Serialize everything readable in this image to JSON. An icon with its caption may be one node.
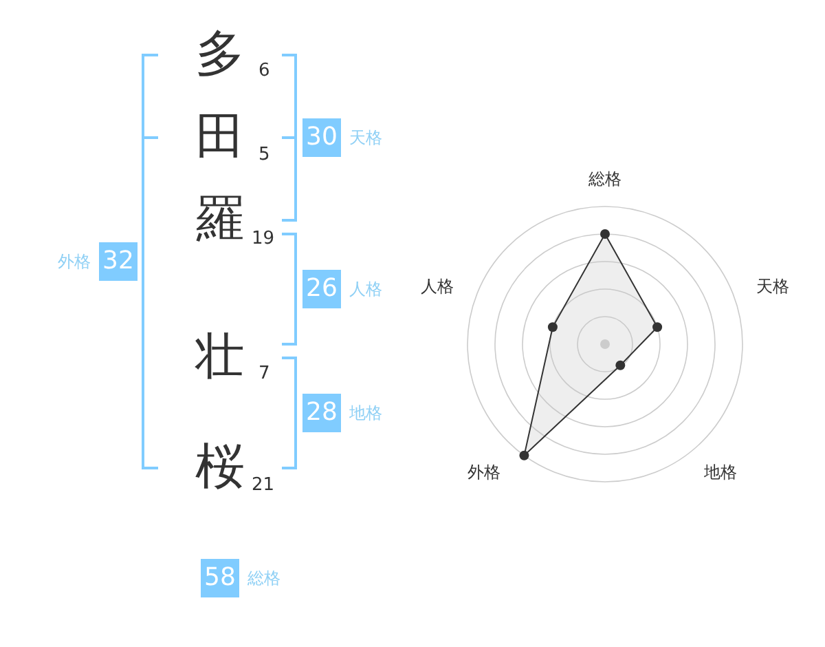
{
  "diagram": {
    "nodes": [
      {
        "text": [
          "30"
        ],
        "beside": [
          "天格"
        ]
      },
      {
        "text": [
          "32"
        ],
        "beside": [
          "外格"
        ]
      },
      {
        "text": [
          "26"
        ],
        "beside": [
          "人格"
        ]
      },
      {
        "text": [
          "28"
        ],
        "beside": [
          "地格"
        ]
      },
      {
        "text": [
          "58"
        ],
        "beside": [
          "総格"
        ]
      }
    ],
    "labels": [
      "多",
      "6",
      "田",
      "5",
      "羅",
      "19",
      "壮",
      "7",
      "桜",
      "21",
      "総格",
      "人格",
      "天格",
      "外格",
      "地格"
    ]
  }
}
